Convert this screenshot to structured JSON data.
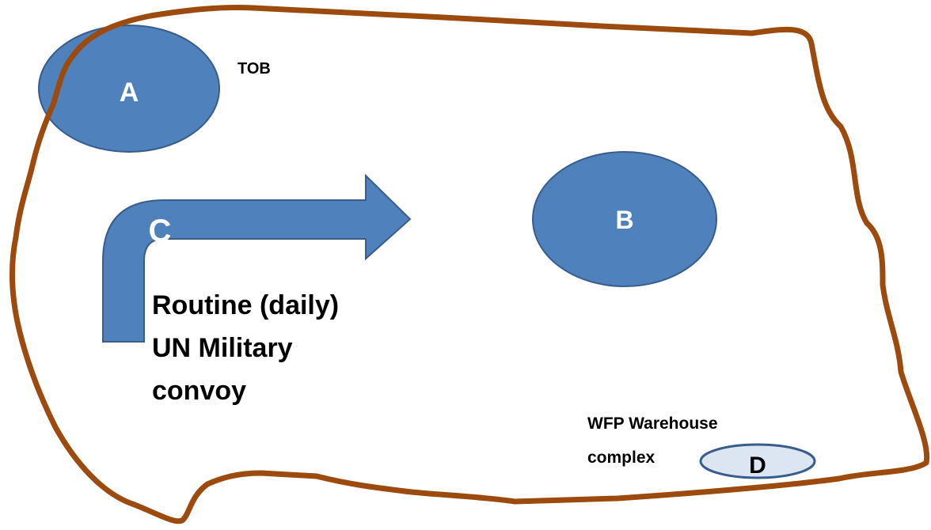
{
  "diagram": {
    "area_boundary_color": "#9C4A0E",
    "shape_fill_color": "#4F81BD",
    "shape_stroke_color": "#385D8A",
    "light_fill_color": "#DCE6F2",
    "nodes": {
      "a": {
        "letter": "A",
        "label": "TOB"
      },
      "b": {
        "letter": "B"
      },
      "c": {
        "letter": "C",
        "label_lines": [
          "Routine (daily)",
          "UN Military",
          "convoy"
        ]
      },
      "d": {
        "letter": "D",
        "label_lines": [
          "WFP Warehouse",
          "complex"
        ]
      }
    }
  }
}
